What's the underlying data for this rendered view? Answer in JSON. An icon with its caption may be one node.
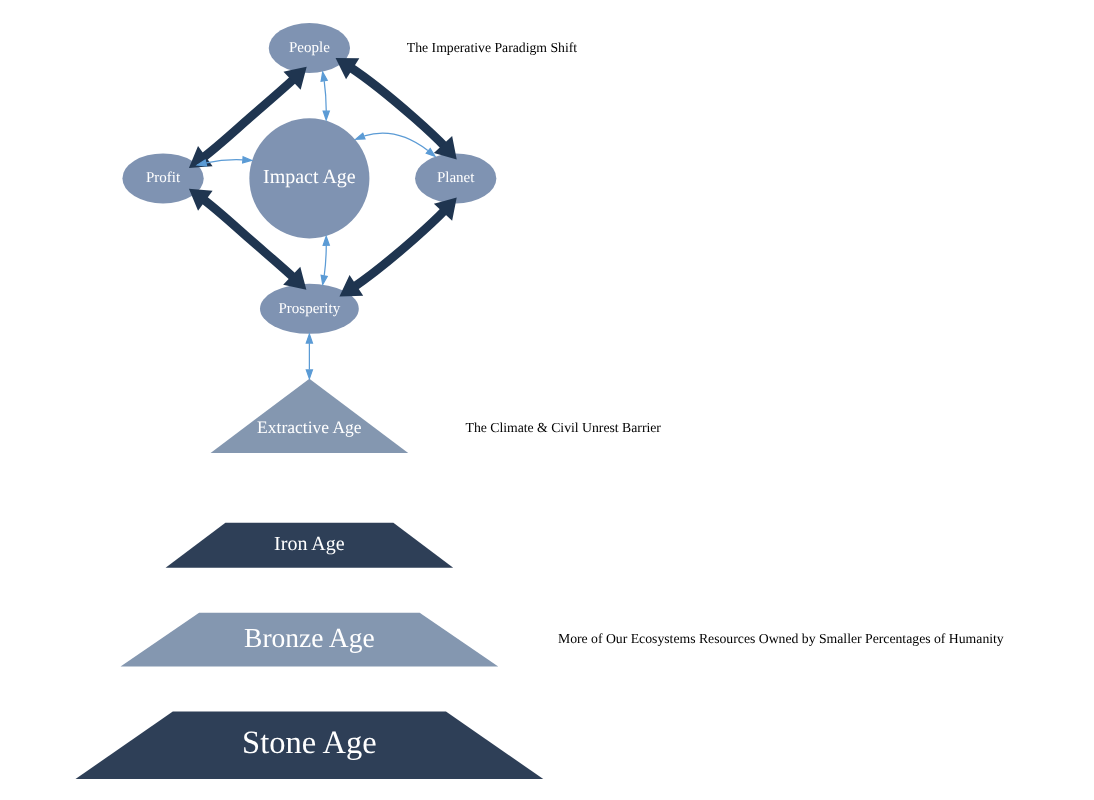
{
  "diagram": {
    "nodes": [
      {
        "text": [
          "People"
        ]
      },
      {
        "text": [
          "Profit"
        ]
      },
      {
        "text": [
          "Impact Age"
        ]
      },
      {
        "text": [
          "Planet"
        ]
      },
      {
        "text": [
          "Prosperity"
        ]
      },
      {
        "text": [
          "Extractive Age"
        ]
      },
      {
        "text": [
          "Iron Age"
        ]
      },
      {
        "text": [
          "Bronze Age"
        ]
      },
      {
        "text": [
          "Stone Age"
        ]
      }
    ],
    "edges": [
      {
        "from": 2,
        "to": 0,
        "arrow": "both"
      },
      {
        "from": 2,
        "to": 1,
        "arrow": "both"
      },
      {
        "from": 2,
        "to": 3,
        "arrow": "both"
      },
      {
        "from": 2,
        "to": 4,
        "arrow": "both"
      },
      {
        "from": 0,
        "to": 3,
        "arrow": "both",
        "style": "thick",
        "color": "#1f3550"
      },
      {
        "from": 3,
        "to": 4,
        "arrow": "both",
        "style": "thick",
        "color": "#1f3550"
      },
      {
        "from": 4,
        "to": 1,
        "arrow": "both",
        "style": "thick",
        "color": "#1f3550"
      },
      {
        "from": 1,
        "to": 0,
        "arrow": "both",
        "style": "thick",
        "color": "#1f3550"
      },
      {
        "from": 4,
        "to": 5,
        "arrow": "both"
      }
    ],
    "labels": [
      "The Imperative Paradigm Shift",
      "The Climate & Civil Unrest Barrier",
      "More of Our Ecosystems Resources Owned by Smaller Percentages of Humanity"
    ]
  }
}
